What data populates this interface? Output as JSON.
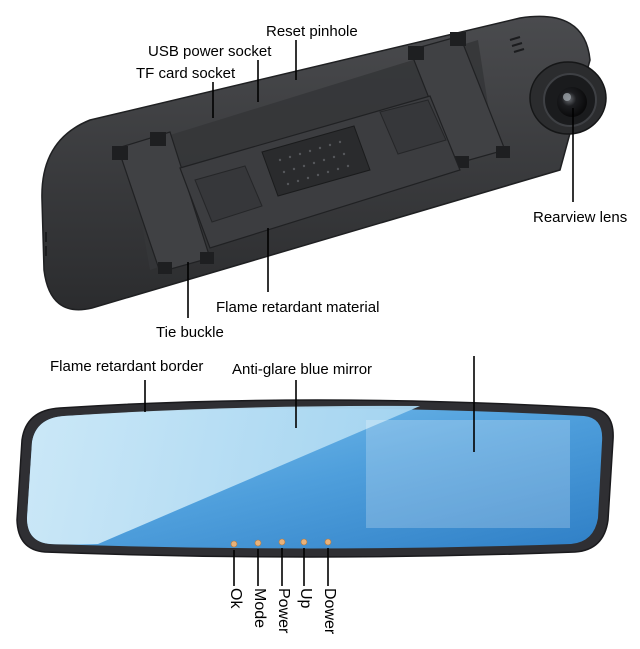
{
  "labels": {
    "reset_pinhole": "Reset pinhole",
    "usb_power_socket": "USB power socket",
    "tf_card_socket": "TF card socket",
    "rearview_lens": "Rearview lens",
    "flame_retardant_material": "Flame retardant material",
    "tie_buckle": "Tie buckle",
    "flame_retardant_border": "Flame retardant border",
    "anti_glare_blue_mirror": "Anti-glare blue mirror"
  },
  "buttons": {
    "ok": "Ok",
    "mode": "Mode",
    "power": "Power",
    "up": "Up",
    "down": "Dower"
  },
  "colors": {
    "housing": "#3a3b3d",
    "housing_dark": "#2a2b2d",
    "mirror_blue_light": "#a8d8f3",
    "mirror_blue_dark": "#3f8fd0",
    "frame": "#2f2f33",
    "button_led": "#e8b27a"
  }
}
